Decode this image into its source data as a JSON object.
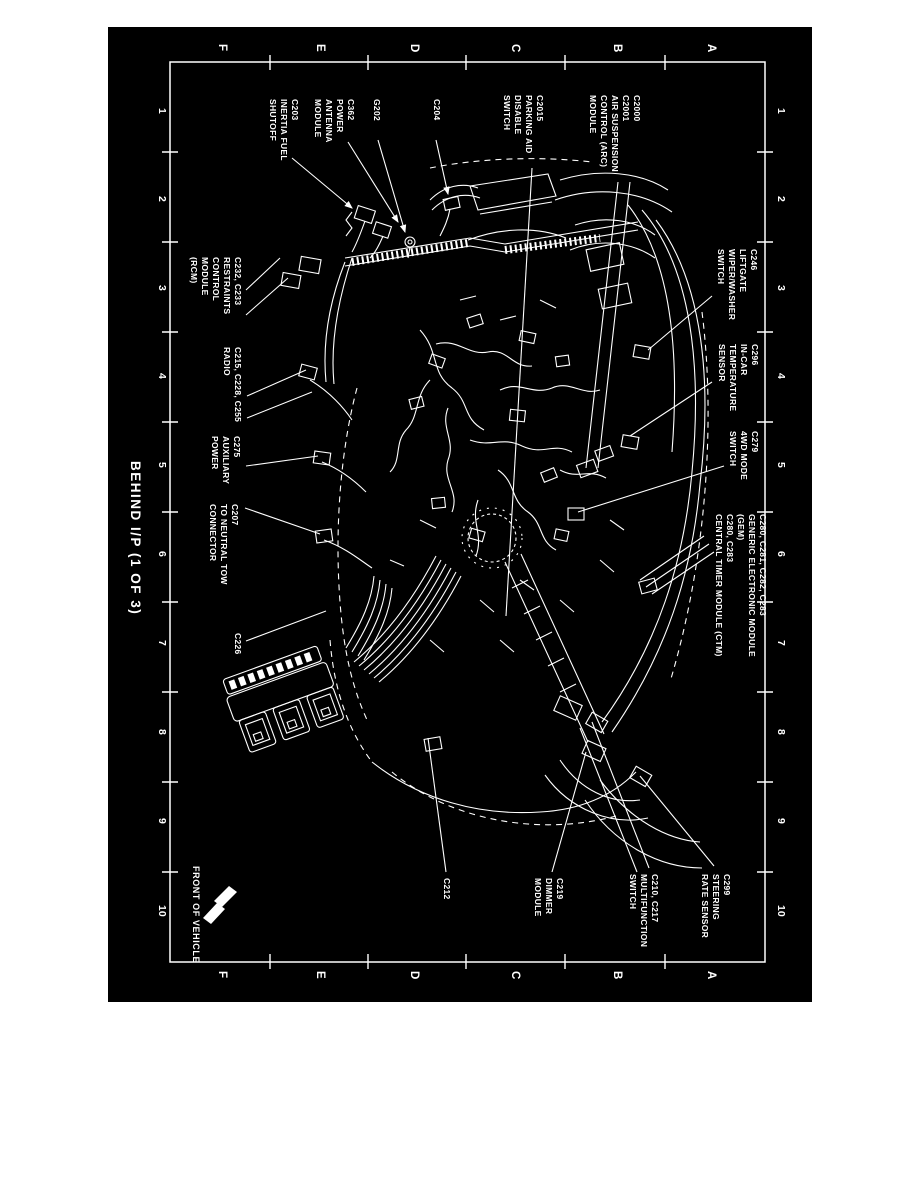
{
  "page": {
    "title": "BEHIND I/P (1 OF 3)",
    "front_of_vehicle": "FRONT OF VEHICLE"
  },
  "grid": {
    "letters": [
      "F",
      "E",
      "D",
      "C",
      "B",
      "A"
    ],
    "numbers": [
      "1",
      "2",
      "3",
      "4",
      "5",
      "6",
      "7",
      "8",
      "9",
      "10"
    ]
  },
  "callouts": [
    {
      "name": "c2000-c2001-air-suspension-arc-module",
      "text": "C2000\nC2001\nAIR SUSPENSION\nCONTROL (ARC)\nMODULE"
    },
    {
      "name": "c2015-parking-aid-disable-switch",
      "text": "C2015\nPARKING AID\nDISABLE\nSWITCH"
    },
    {
      "name": "c204",
      "text": "C204"
    },
    {
      "name": "g202",
      "text": "G202"
    },
    {
      "name": "c362-power-antenna-module",
      "text": "C362\nPOWER\nANTENNA\nMODULE"
    },
    {
      "name": "c203-inertia-fuel-shutoff",
      "text": "C203\nINERTIA FUEL\nSHUTOFF"
    },
    {
      "name": "c232-c233-restraints-control-module-rcm",
      "text": "C232, C233\nRESTRAINTS\nCONTROL\nMODULE\n(RCM)"
    },
    {
      "name": "c215-c228-c255-radio",
      "text": "C215, C228, C255\nRADIO"
    },
    {
      "name": "c275-auxiliary-power",
      "text": "C275\nAUXILIARY\nPOWER"
    },
    {
      "name": "c207-to-neutral-tow-connector",
      "text": "C207\nTO NEUTRAL TOW\nCONNECTOR"
    },
    {
      "name": "c226",
      "text": "C226"
    },
    {
      "name": "c246-liftgate-wiper-washer-switch",
      "text": "C246\nLIFTGATE\nWIPER/WASHER\nSWITCH"
    },
    {
      "name": "c296-in-car-temperature-sensor",
      "text": "C296\nIN-CAR\nTEMPERATURE\nSENSOR"
    },
    {
      "name": "c279-4wd-mode-switch",
      "text": "C279\n4WD MODE\nSWITCH"
    },
    {
      "name": "c280-c283-gem-ctm",
      "text": "C280, C281, C282, C283\nGENERIC ELECTRONIC MODULE\n(GEM)\nC280, C283\nCENTRAL TIMER MODULE (CTM)"
    },
    {
      "name": "c212",
      "text": "C212"
    },
    {
      "name": "c219-dimmer-module",
      "text": "C219\nDIMMER\nMODULE"
    },
    {
      "name": "c210-c217-multifunction-switch",
      "text": "C210, C217\nMULTIFUNCTION\nSWITCH"
    },
    {
      "name": "c299-steering-rate-sensor",
      "text": "C299\nSTEERING\nRATE SENSOR"
    }
  ],
  "colors": {
    "panel": "#000000",
    "ink": "#ffffff",
    "paper": "#ffffff"
  }
}
